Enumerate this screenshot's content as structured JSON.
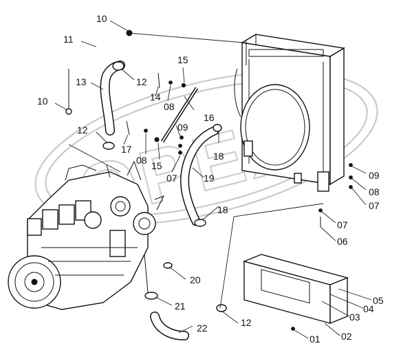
{
  "watermark": {
    "text": "OPEX"
  },
  "callouts": {
    "c10a": "10",
    "c11": "11",
    "c10b": "10",
    "c13": "13",
    "c12a": "12",
    "c15a": "15",
    "c14": "14",
    "c08a": "08",
    "c16": "16",
    "c12b": "12",
    "c17": "17",
    "c09a": "09",
    "c08b": "08",
    "c15b": "15",
    "c18a": "18",
    "c07a": "07",
    "c19": "19",
    "c09b": "09",
    "c08c": "08",
    "c07b": "07",
    "c18b": "18",
    "c07c": "07",
    "c06": "06",
    "c20": "20",
    "c21": "21",
    "c12c": "12",
    "c22": "22",
    "c05": "05",
    "c04": "04",
    "c03": "03",
    "c02": "02",
    "c01": "01"
  }
}
